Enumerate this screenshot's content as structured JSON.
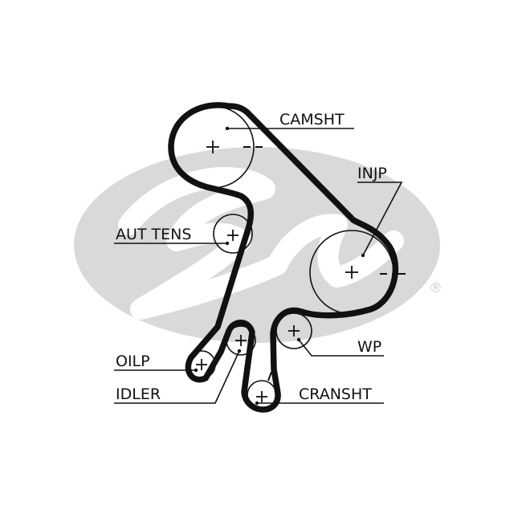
{
  "brand": {
    "watermark_color": "#d9d9d9",
    "registered_symbol": "®"
  },
  "belt_color": "#111111",
  "components": {
    "camsht": {
      "label": "CAMSHT"
    },
    "injp": {
      "label": "INJP"
    },
    "aut_tens": {
      "label": "AUT TENS"
    },
    "wp": {
      "label": "WP"
    },
    "oilp": {
      "label": "OILP"
    },
    "idler": {
      "label": "IDLER"
    },
    "cransht": {
      "label": "CRANSHT"
    }
  }
}
